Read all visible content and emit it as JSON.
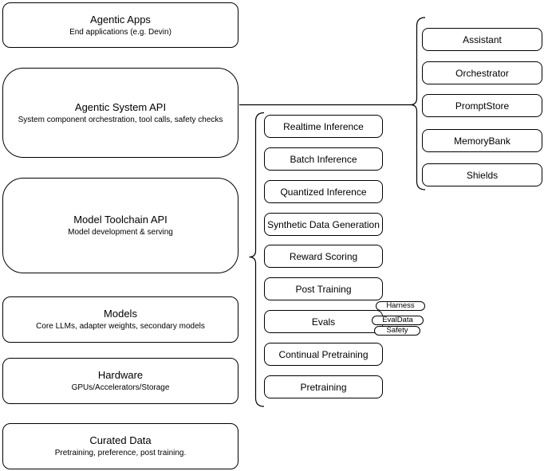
{
  "diagram": {
    "left_column": [
      {
        "title": "Agentic Apps",
        "subtitle": "End applications (e.g. Devin)"
      },
      {
        "title": "Agentic System API",
        "subtitle": "System component orchestration, tool calls, safety checks"
      },
      {
        "title": "Model Toolchain API",
        "subtitle": "Model development & serving"
      },
      {
        "title": "Models",
        "subtitle": "Core LLMs, adapter weights, secondary models"
      },
      {
        "title": "Hardware",
        "subtitle": "GPUs/Accelerators/Storage"
      },
      {
        "title": "Curated Data",
        "subtitle": "Pretraining, preference, post training."
      }
    ],
    "toolchain_items": [
      "Realtime Inference",
      "Batch Inference",
      "Quantized Inference",
      "Synthetic Data Generation",
      "Reward Scoring",
      "Post Training",
      "Evals",
      "Continual Pretraining",
      "Pretraining"
    ],
    "eval_tags": [
      "Harness",
      "EvalData",
      "Safety"
    ],
    "system_components": [
      "Assistant",
      "Orchestrator",
      "PromptStore",
      "MemoryBank",
      "Shields"
    ],
    "colors": {
      "stroke": "#000000",
      "fill": "#ffffff",
      "text": "#000000",
      "background": "#ffffff"
    }
  }
}
